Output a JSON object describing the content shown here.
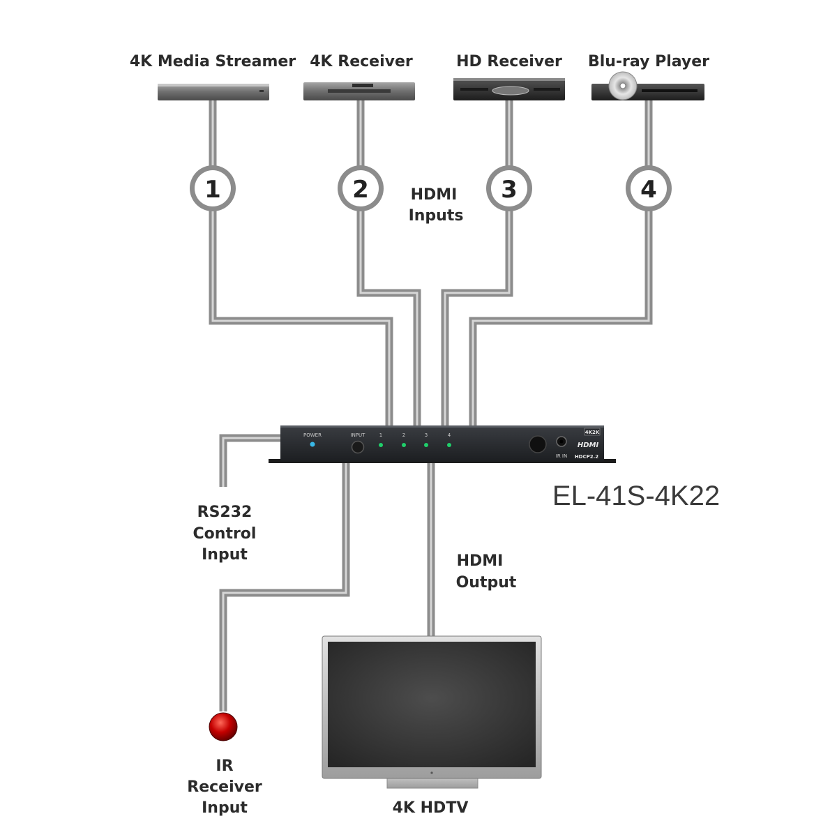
{
  "sources": [
    {
      "label": "4K Media Streamer",
      "number": "1"
    },
    {
      "label": "4K Receiver",
      "number": "2"
    },
    {
      "label": "HD Receiver",
      "number": "3"
    },
    {
      "label": "Blu-ray Player",
      "number": "4"
    }
  ],
  "hdmi_inputs_label": [
    "HDMI",
    "Inputs"
  ],
  "hdmi_output_label": [
    "HDMI",
    "Output"
  ],
  "rs232_label": [
    "RS232",
    "Control",
    "Input"
  ],
  "ir_label": [
    "IR",
    "Receiver",
    "Input"
  ],
  "tv_label": "4K HDTV",
  "model": "EL-41S-4K22",
  "device_panel": {
    "power": "POWER",
    "input": "INPUT",
    "leds": [
      "1",
      "2",
      "3",
      "4"
    ],
    "ir_in": "IR IN",
    "badge_4k2k": "4K2K",
    "badge_hdmi": "HDMI",
    "badge_hdcp": "HDCP2.2"
  },
  "colors": {
    "cable": "#8c8c8c",
    "led": "#1fcf6a",
    "power_led": "#39b8e6",
    "ir_receiver": "#d10000"
  }
}
